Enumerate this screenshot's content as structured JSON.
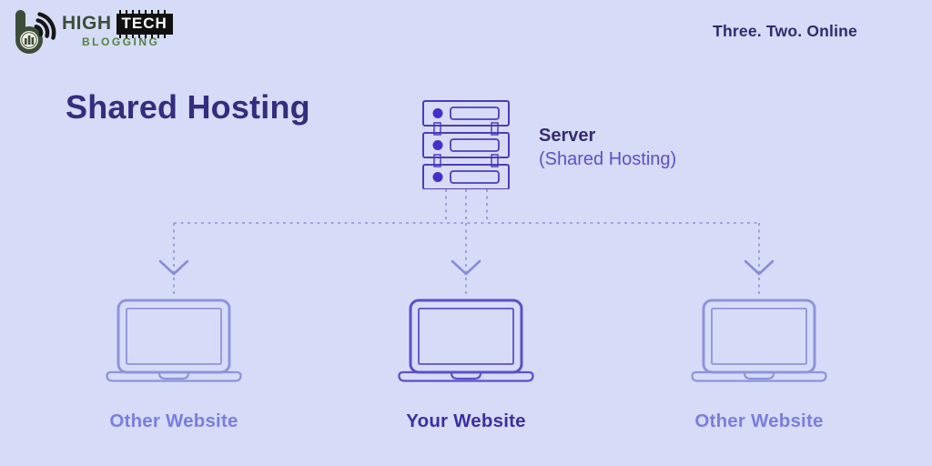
{
  "header": {
    "logo": {
      "word_high": "HIGH",
      "word_tech": "TECH",
      "word_blogging": "BLOGGING"
    },
    "tagline": "Three. Two. Online"
  },
  "diagram": {
    "title": "Shared Hosting",
    "server": {
      "label": "Server",
      "sublabel": "(Shared Hosting)"
    },
    "clients": [
      {
        "label": "Other Website"
      },
      {
        "label": "Your Website"
      },
      {
        "label": "Other Website"
      }
    ]
  },
  "colors": {
    "background": "#d6dcf8",
    "title_text": "#332d80",
    "tagline_text": "#2e2a72",
    "server_outline": "#4a3cc0",
    "server_dot": "#4330c8",
    "server_label_text": "#352b72",
    "server_sublabel_text": "#5c4ed2",
    "connector_dash": "#8c92de",
    "arrow": "#868cd9",
    "laptop_side_outline": "#8e93dc",
    "laptop_center_outline": "#5a51cb",
    "other_website_text": "#7b7de0",
    "your_website_text": "#3a2fa6",
    "logo_green_dark": "#3c4d39",
    "logo_green": "#55823f",
    "chip_background": "#101010",
    "chip_text": "#ffffff"
  }
}
